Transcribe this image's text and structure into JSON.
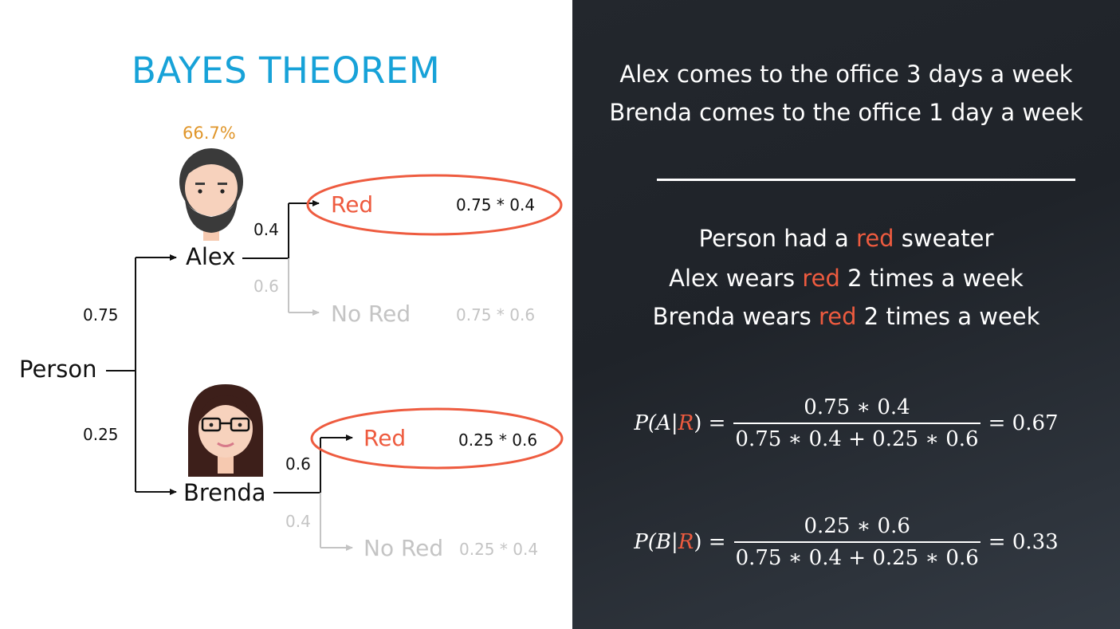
{
  "title": "BAYES THEOREM",
  "tree": {
    "root": "Person",
    "branches": [
      {
        "person": "Alex",
        "prior": "0.75",
        "posterior": "66.7%",
        "outcomes": [
          {
            "label": "Red",
            "prob": "0.4",
            "product": "0.75 * 0.4",
            "highlighted": true
          },
          {
            "label": "No Red",
            "prob": "0.6",
            "product": "0.75 * 0.6",
            "highlighted": false
          }
        ]
      },
      {
        "person": "Brenda",
        "prior": "0.25",
        "outcomes": [
          {
            "label": "Red",
            "prob": "0.6",
            "product": "0.25 * 0.6",
            "highlighted": true
          },
          {
            "label": "No Red",
            "prob": "0.4",
            "product": "0.25 * 0.4",
            "highlighted": false
          }
        ]
      }
    ]
  },
  "facts": {
    "line1": "Alex comes to the office 3 days a week",
    "line2": "Brenda comes to the office 1 day a week"
  },
  "evidence": {
    "line1": {
      "pre": "Person had a ",
      "red": "red",
      "post": " sweater"
    },
    "line2": {
      "pre": "Alex wears ",
      "red": "red",
      "post": " 2 times a week"
    },
    "line3": {
      "pre": "Brenda wears ",
      "red": "red",
      "post": " 2 times a week"
    }
  },
  "formulas": {
    "a": {
      "lhs_pre": "P(A|",
      "lhs_var": "R",
      "lhs_post": ") =",
      "num": "0.75 ∗ 0.4",
      "den": "0.75 ∗ 0.4 + 0.25 ∗ 0.6",
      "result": "= 0.67"
    },
    "b": {
      "lhs_pre": "P(B|",
      "lhs_var": "R",
      "lhs_post": ") =",
      "num": "0.25 ∗ 0.6",
      "den": "0.75 ∗ 0.4 + 0.25 ∗ 0.6",
      "result": "= 0.33"
    }
  },
  "colors": {
    "title": "#17a2d8",
    "red": "#ee5b3f",
    "posterior": "#e0962a",
    "faded": "#c4c4c4",
    "dark_panel": "#23272d"
  },
  "icons": [
    "alex-avatar",
    "brenda-avatar"
  ]
}
